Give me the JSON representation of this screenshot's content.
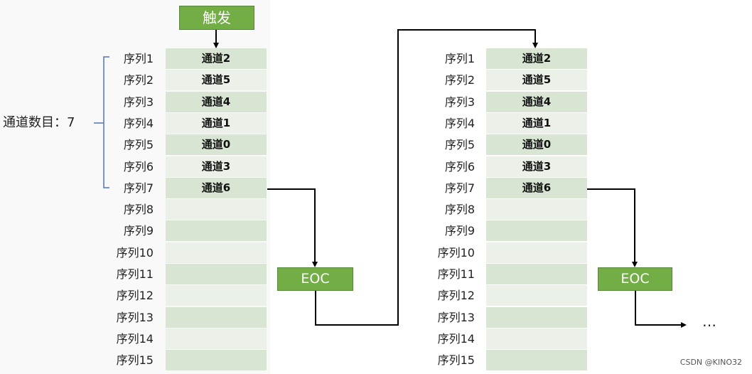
{
  "trigger_label": "触发",
  "channel_count_label": "通道数目：7",
  "eoc_label": "EOC",
  "ellipsis": "…",
  "watermark": "CSDN @KINO32",
  "sequences": [
    "序列1",
    "序列2",
    "序列3",
    "序列4",
    "序列5",
    "序列6",
    "序列7",
    "序列8",
    "序列9",
    "序列10",
    "序列11",
    "序列12",
    "序列13",
    "序列14",
    "序列15"
  ],
  "channels": [
    "通道2",
    "通道5",
    "通道4",
    "通道1",
    "通道0",
    "通道3",
    "通道6",
    "",
    "",
    "",
    "",
    "",
    "",
    "",
    ""
  ],
  "colors": {
    "green_box": "#72ad45",
    "cell_dark": "#d7e5d2",
    "cell_light": "#ebf1e8",
    "bracket": "#4f73c3",
    "line": "#000000"
  }
}
